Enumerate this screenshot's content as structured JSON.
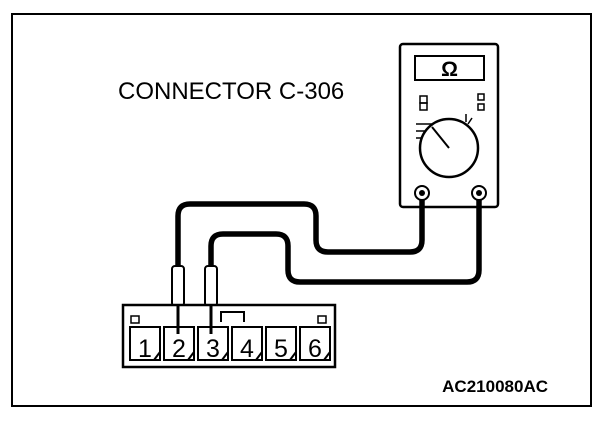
{
  "diagram": {
    "title": "CONNECTOR C-306",
    "figure_code": "AC210080AC",
    "meter_symbol": "Ω",
    "connector_pins": [
      "1",
      "2",
      "3",
      "4",
      "5",
      "6"
    ],
    "probed_pins": [
      "2",
      "3"
    ],
    "instrument": "multimeter-icon",
    "line_color": "#000000",
    "background_color": "#ffffff"
  }
}
